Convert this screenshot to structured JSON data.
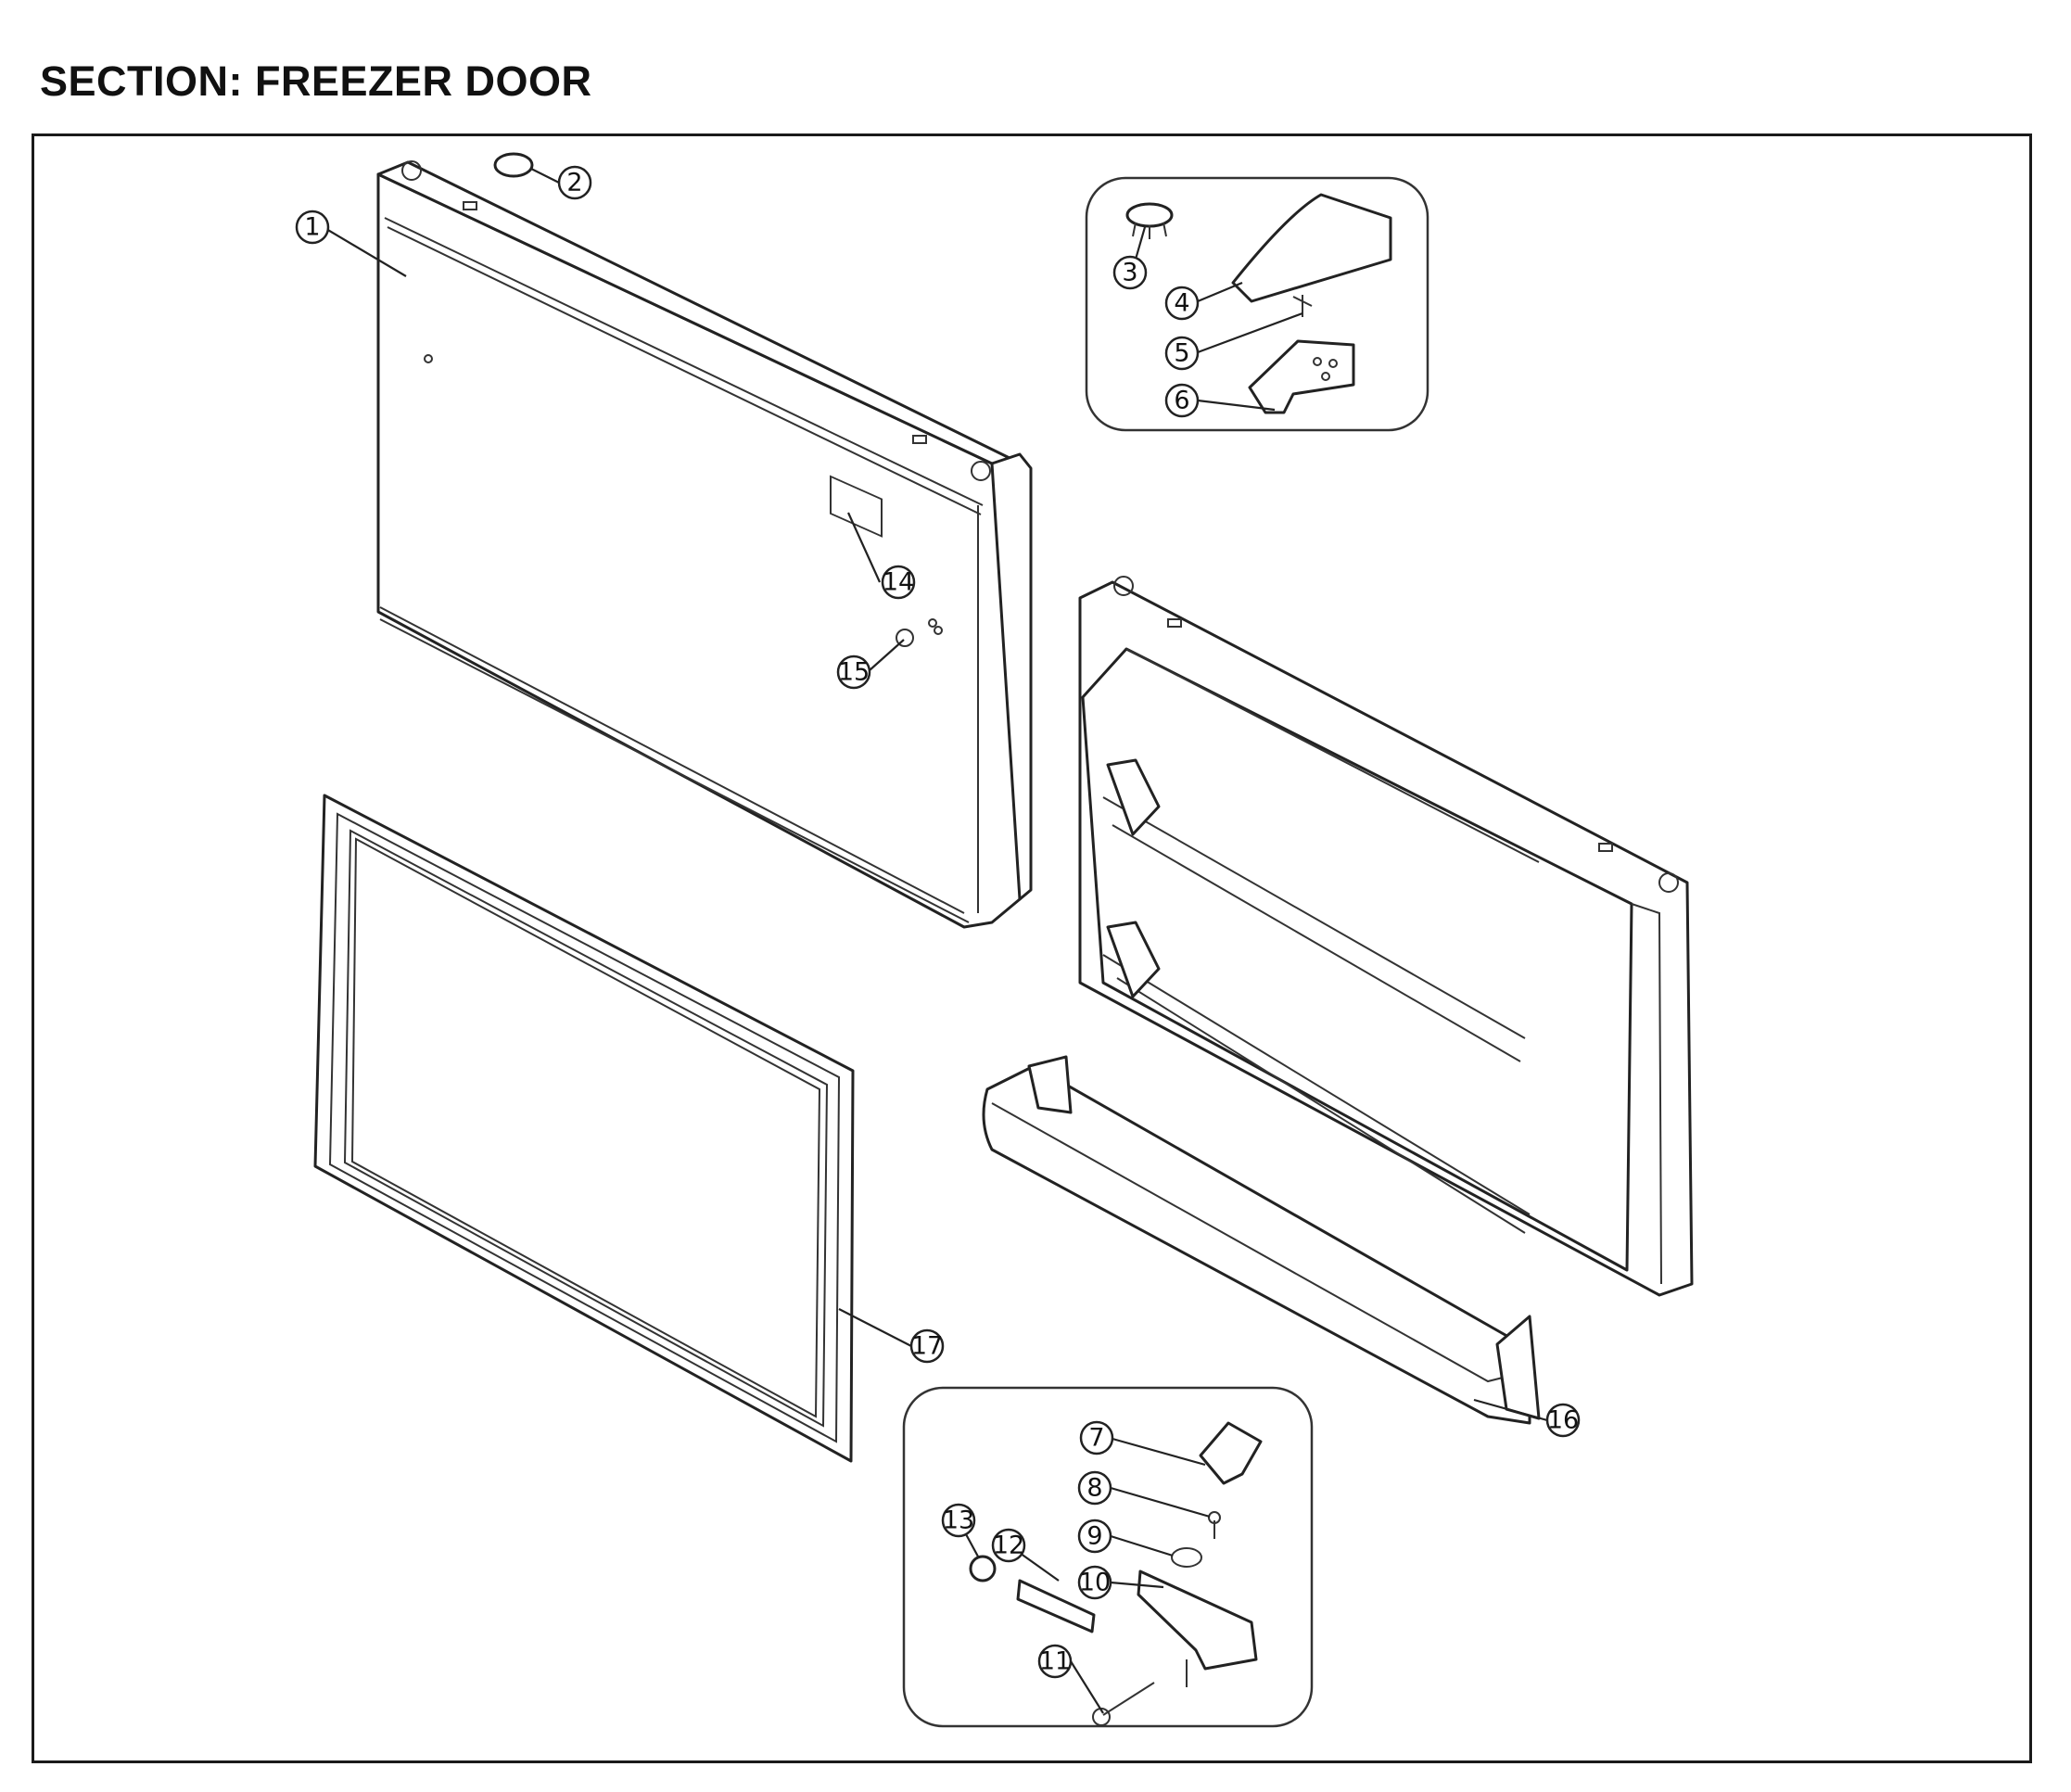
{
  "header": {
    "title": "SECTION: FREEZER DOOR"
  },
  "callouts": [
    "1",
    "2",
    "3",
    "4",
    "5",
    "6",
    "7",
    "8",
    "9",
    "10",
    "11",
    "12",
    "13",
    "14",
    "15",
    "16",
    "17"
  ]
}
